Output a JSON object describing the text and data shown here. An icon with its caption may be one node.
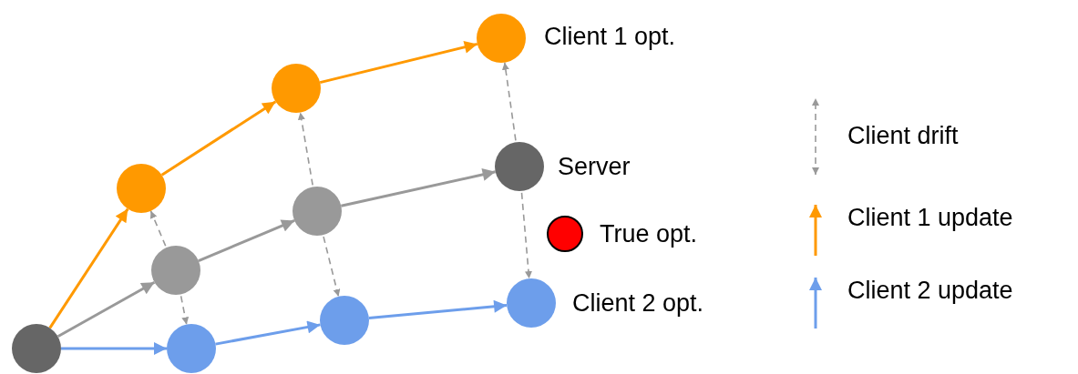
{
  "diagram": {
    "nodes": [
      {
        "text": [],
        "shape": "circle"
      },
      {
        "text": [],
        "shape": "circle"
      },
      {
        "text": [],
        "shape": "circle"
      },
      {
        "text": [],
        "shape": "circle"
      },
      {
        "text": [],
        "shape": "circle"
      },
      {
        "text": [],
        "shape": "circle"
      },
      {
        "text": [],
        "shape": "circle"
      },
      {
        "text": [],
        "shape": "circle",
        "beside": [
          "Client 1 opt."
        ]
      },
      {
        "text": [],
        "shape": "circle",
        "beside": [
          "Server"
        ]
      },
      {
        "text": [],
        "shape": "circle",
        "beside": [
          "True opt."
        ]
      },
      {
        "text": [],
        "shape": "circle",
        "beside": [
          "Client 2 opt."
        ]
      }
    ],
    "edges": [
      {
        "from": 0,
        "to": 1,
        "arrow": "to",
        "color": "#ff9900"
      },
      {
        "from": 1,
        "to": 4,
        "arrow": "to",
        "color": "#ff9900"
      },
      {
        "from": 4,
        "to": 7,
        "arrow": "to",
        "color": "#ff9900"
      },
      {
        "from": 0,
        "to": 2,
        "arrow": "to"
      },
      {
        "from": 2,
        "to": 5,
        "arrow": "to"
      },
      {
        "from": 5,
        "to": 8,
        "arrow": "to"
      },
      {
        "from": 0,
        "to": 3,
        "arrow": "to",
        "color": "#6d9eeb"
      },
      {
        "from": 3,
        "to": 6,
        "arrow": "to",
        "color": "#6d9eeb"
      },
      {
        "from": 6,
        "to": 10,
        "arrow": "to",
        "color": "#6d9eeb"
      },
      {
        "from": 2,
        "to": 1,
        "arrow": "to",
        "style": "dashed"
      },
      {
        "from": 2,
        "to": 3,
        "arrow": "to",
        "style": "dashed"
      },
      {
        "from": 5,
        "to": 4,
        "arrow": "to",
        "style": "dashed"
      },
      {
        "from": 5,
        "to": 6,
        "arrow": "to",
        "style": "dashed"
      },
      {
        "from": 8,
        "to": 7,
        "arrow": "to",
        "style": "dashed"
      },
      {
        "from": 8,
        "to": 10,
        "arrow": "to",
        "style": "dashed"
      }
    ],
    "legend": [
      {
        "text": "Client drift"
      },
      {
        "text": "Client 1 update"
      },
      {
        "text": "Client 2 update"
      }
    ]
  }
}
